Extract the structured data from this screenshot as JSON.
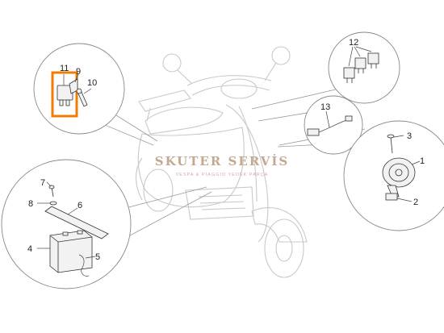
{
  "watermark": {
    "title": "SKUTER SERVİS",
    "subtitle": "VESPA & PIAGGIO YEDEK PARÇA"
  },
  "callouts": {
    "relay_box": {
      "labels": [
        "11",
        "9",
        "10"
      ],
      "highlight_color": "#f07c00"
    },
    "relays_group": {
      "labels": [
        "12"
      ]
    },
    "cable": {
      "labels": [
        "13"
      ]
    },
    "horn": {
      "labels": [
        "3",
        "1",
        "2"
      ]
    },
    "battery": {
      "labels": [
        "7",
        "8",
        "6",
        "4",
        "5"
      ]
    }
  },
  "colors": {
    "ghost_scooter": "#c9c9c9",
    "watermark_main": "#c2aa8f",
    "watermark_sub": "#d6a8a8"
  }
}
